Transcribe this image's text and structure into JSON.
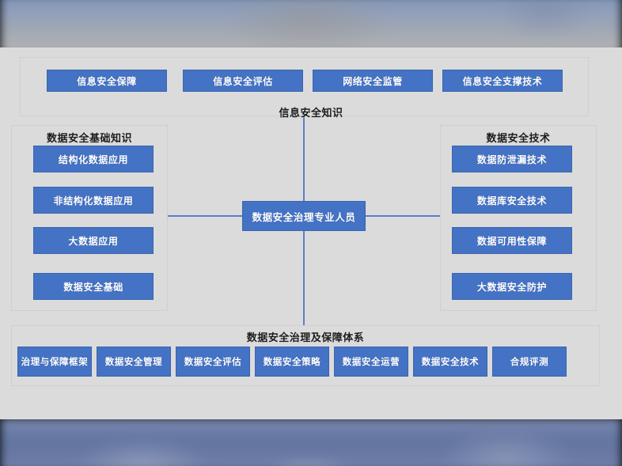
{
  "diagram": {
    "center": {
      "label": "数据安全治理专业人员"
    },
    "groups": {
      "top": {
        "title": "信息安全知识",
        "items": [
          {
            "label": "信息安全保障"
          },
          {
            "label": "信息安全评估"
          },
          {
            "label": "网络安全监管"
          },
          {
            "label": "信息安全支撑技术"
          }
        ]
      },
      "left": {
        "title": "数据安全基础知识",
        "items": [
          {
            "label": "结构化数据应用"
          },
          {
            "label": "非结构化数据应用"
          },
          {
            "label": "大数据应用"
          },
          {
            "label": "数据安全基础"
          }
        ]
      },
      "right": {
        "title": "数据安全技术",
        "items": [
          {
            "label": "数据防泄漏技术"
          },
          {
            "label": "数据库安全技术"
          },
          {
            "label": "数据可用性保障"
          },
          {
            "label": "大数据安全防护"
          }
        ]
      },
      "bottom": {
        "title": "数据安全治理及保障体系",
        "items": [
          {
            "label": "治理与保障框架"
          },
          {
            "label": "数据安全管理"
          },
          {
            "label": "数据安全评估"
          },
          {
            "label": "数据安全策略"
          },
          {
            "label": "数据安全运营"
          },
          {
            "label": "数据安全技术"
          },
          {
            "label": "合规评测"
          }
        ]
      }
    },
    "colors": {
      "node_fill": "#4472c4",
      "node_border": "#3b65ae",
      "node_text": "#ffffff",
      "slide_background": "#dbdbdb",
      "panel_border": "#cfcfcf",
      "connector": "#5b7fc7",
      "title_text": "#1b1b1b"
    }
  }
}
